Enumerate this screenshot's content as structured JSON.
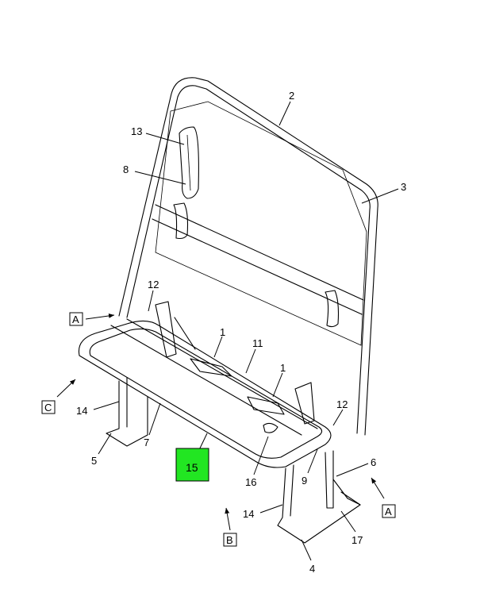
{
  "diagram": {
    "callouts": {
      "c2": "2",
      "c13": "13",
      "c8": "8",
      "c3": "3",
      "c12a": "12",
      "c1a": "1",
      "c11": "11",
      "c1b": "1",
      "c14a": "14",
      "c12b": "12",
      "c7": "7",
      "c5": "5",
      "c16": "16",
      "c9": "9",
      "c6": "6",
      "c14b": "14",
      "c17": "17",
      "c4": "4"
    },
    "view_markers": {
      "a_left": "A",
      "c": "C",
      "b": "B",
      "a_right": "A"
    },
    "highlight": {
      "label": "15",
      "color": "#22e622"
    }
  }
}
